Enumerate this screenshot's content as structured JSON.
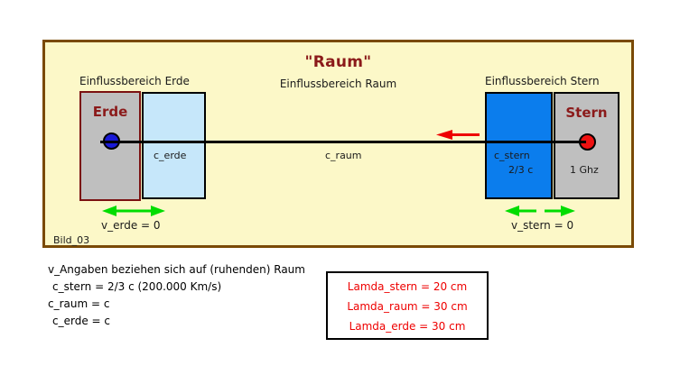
{
  "diagram": {
    "figure_id": "Bild_03",
    "title": "\"Raum\"",
    "subtitle": "Einflussbereich Raum",
    "panel": {
      "background_color": "#fcf8c8",
      "border_color": "#7a4a06"
    },
    "left_group": {
      "area_label": "Einflussbereich Erde",
      "body_box": {
        "title": "Erde",
        "fill_color": "#bfbfbf",
        "border_color": "#7b1111",
        "marker_color": "#1a1ad6"
      },
      "field_box": {
        "note": "c_erde",
        "fill_color": "#c6e7fa",
        "border_color": "#000000"
      },
      "velocity_label": "v_erde = 0",
      "arrow_color": "#00dd00"
    },
    "right_group": {
      "area_label": "Einflussbereich Stern",
      "field_box": {
        "note": "c_stern",
        "note2": "2/3 c",
        "fill_color": "#0b7ded",
        "border_color": "#000000"
      },
      "body_box": {
        "title": "Stern",
        "note": "1 Ghz",
        "fill_color": "#bfbfbf",
        "border_color": "#000000",
        "marker_color": "#ee1111"
      },
      "velocity_label": "v_stern = 0",
      "arrow_color": "#00dd00"
    },
    "axis": {
      "label": "c_raum",
      "line_color": "#000000",
      "direction_arrow": {
        "direction": "left",
        "color": "#ee0000"
      }
    },
    "notes": [
      "v_Angaben beziehen sich auf (ruhenden) Raum",
      "c_stern = 2/3 c (200.000 Km/s)",
      "c_raum = c",
      "c_erde = c"
    ],
    "lambda_box": {
      "text_color": "#ee0000",
      "rows": [
        "Lamda_stern =  20 cm",
        "Lamda_raum =  30 cm",
        "Lamda_erde =  30 cm"
      ]
    }
  }
}
